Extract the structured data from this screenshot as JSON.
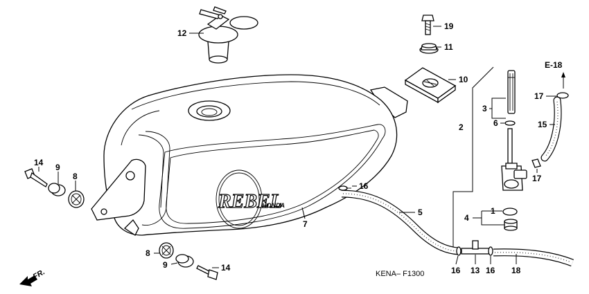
{
  "callouts": {
    "p1": "1",
    "p2": "2",
    "p3": "3",
    "p4": "4",
    "p5": "5",
    "p6": "6",
    "p7": "7",
    "p8a": "8",
    "p8b": "8",
    "p9a": "9",
    "p9b": "9",
    "p10": "10",
    "p11": "11",
    "p12": "12",
    "p13": "13",
    "p14a": "14",
    "p14b": "14",
    "p15": "15",
    "p16a": "16",
    "p16b": "16",
    "p16c": "16",
    "p17a": "17",
    "p17b": "17",
    "p18": "18",
    "p19": "19"
  },
  "reference": "E-18",
  "diagram_code": "KENA– F1300",
  "direction": "FR.",
  "tank_logo": {
    "brand": "REBEL",
    "maker": "HONDA"
  }
}
